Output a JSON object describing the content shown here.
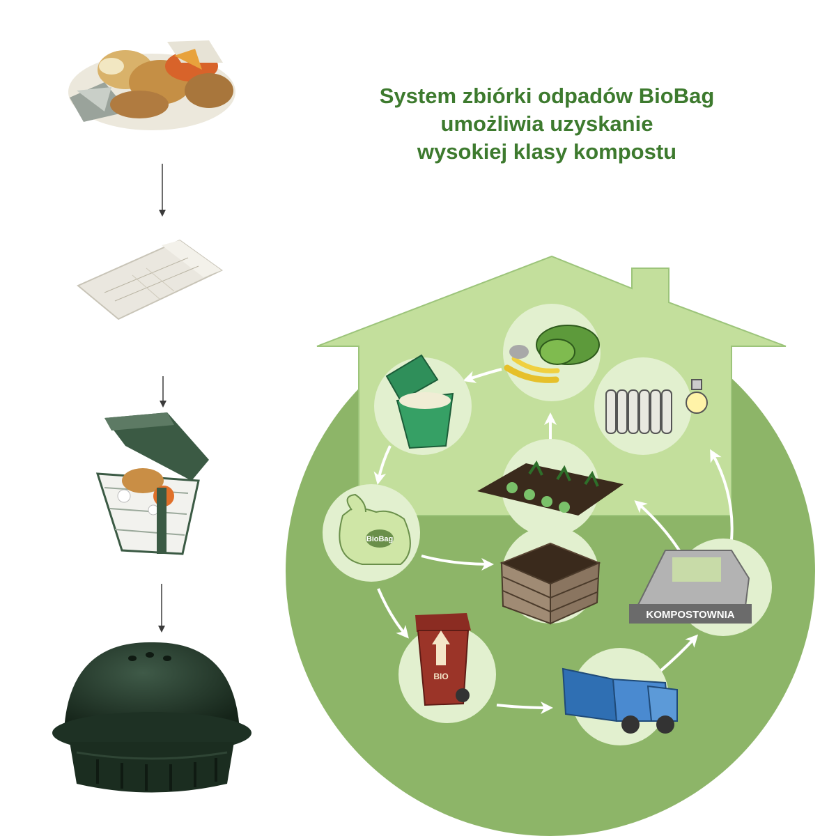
{
  "title": {
    "line1": "System zbiórki odpadów BioBag",
    "line2": "umożliwia uzyskanie",
    "line3": "wysokiej klasy kompostu"
  },
  "labels": {
    "bag_logo": "BioBag",
    "bin_label": "BIO",
    "composting_plant": "KOMPOSTOWNIA"
  },
  "colors": {
    "title_green": "#3d7a2e",
    "circle_green": "#8db568",
    "house_green": "#c3df9c",
    "node_fill": "#e2f0cf",
    "brown_bin": "#8b2c22",
    "truck_blue": "#2f6fb3"
  }
}
